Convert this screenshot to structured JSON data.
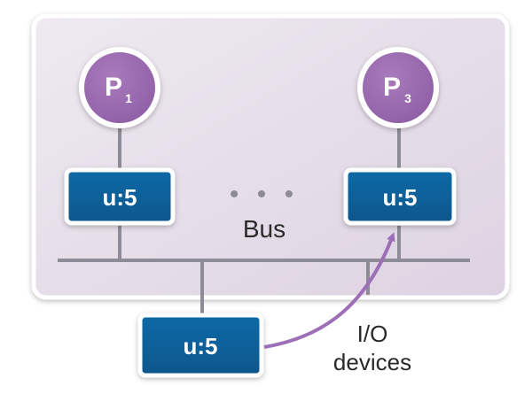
{
  "processors": [
    {
      "letter": "P",
      "subscript": "1"
    },
    {
      "letter": "P",
      "subscript": "3"
    }
  ],
  "caches": [
    {
      "label": "u:5"
    },
    {
      "label": "u:5"
    }
  ],
  "memory": {
    "label": "u:5"
  },
  "ellipsis": "• • •",
  "bus_label": "Bus",
  "io_label_line1": "I/O",
  "io_label_line2": "devices",
  "colors": {
    "processor": "#9b6bb0",
    "cache": "#0b5f97",
    "line": "#8e8b98",
    "arrow": "#9d6fb6",
    "panel_top": "#ece7ee",
    "panel_bottom": "#ddd3e2"
  }
}
